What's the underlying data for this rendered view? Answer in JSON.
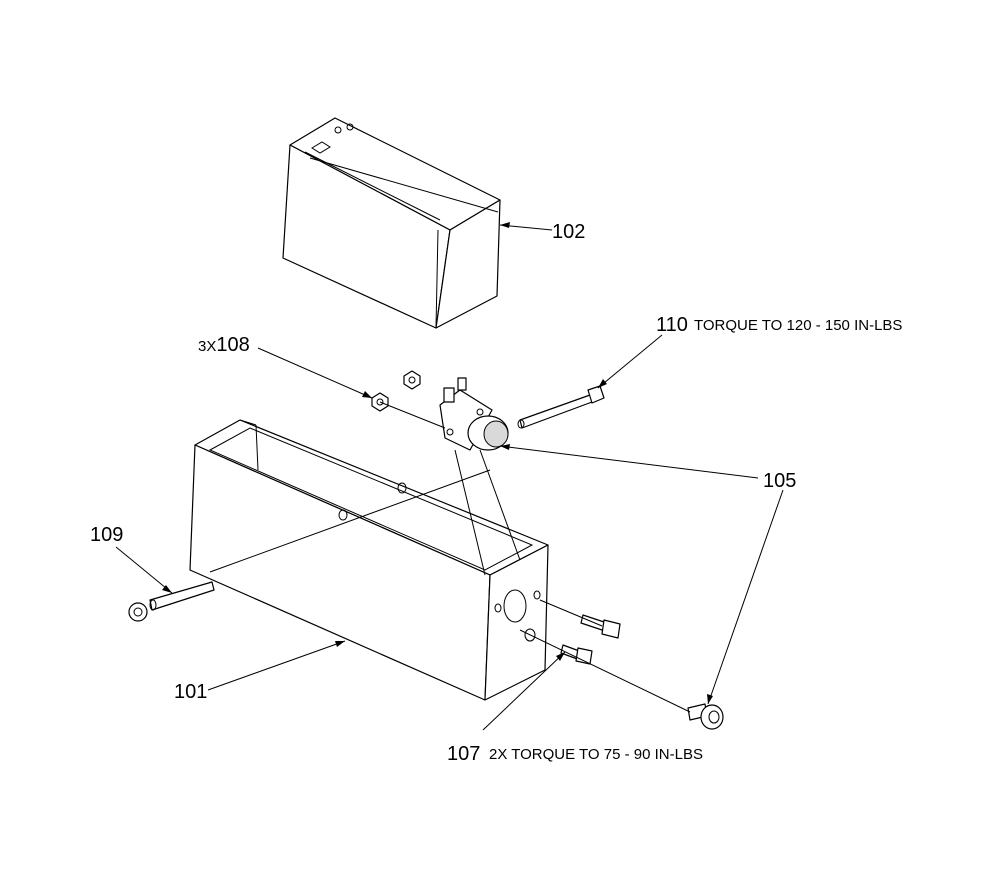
{
  "callouts": {
    "c101": {
      "number": "101"
    },
    "c102": {
      "number": "102"
    },
    "c105": {
      "number": "105"
    },
    "c107": {
      "number": "107",
      "note": "2X TORQUE TO 75 - 90 IN-LBS"
    },
    "c108": {
      "prefix": "3X",
      "number": "108"
    },
    "c109": {
      "number": "109"
    },
    "c110": {
      "number": "110",
      "note": "TORQUE TO 120 - 150 IN-LBS"
    }
  }
}
